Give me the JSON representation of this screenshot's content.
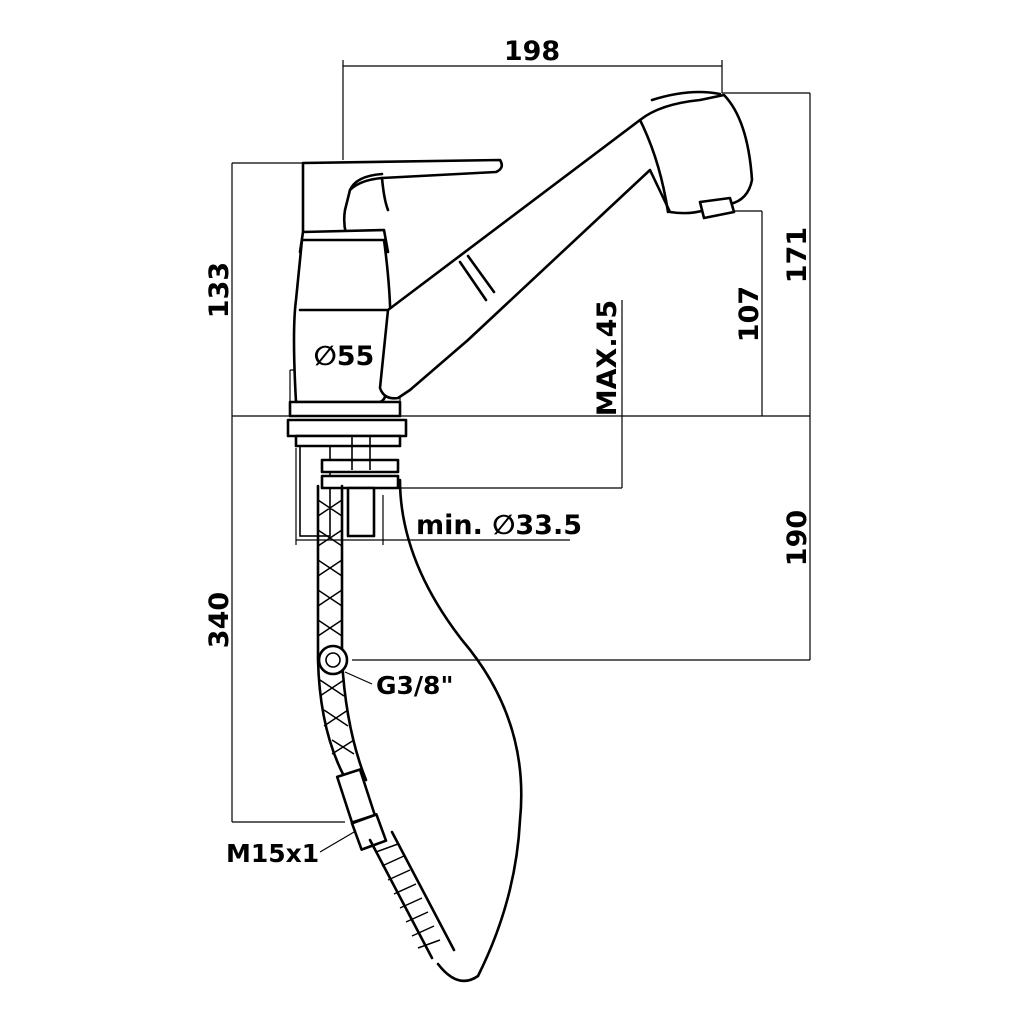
{
  "dimensions": {
    "spout_reach": "198",
    "body_height": "133",
    "overall_height": "171",
    "outlet_height": "107",
    "body_diameter": "∅55",
    "max_deck_thickness": "MAX.45",
    "min_hole_diameter": "min. ∅33.5",
    "shank_length": "190",
    "hose_length": "340"
  },
  "labels": {
    "connection_thread": "G3/8\"",
    "hose_thread": "M15x1"
  }
}
